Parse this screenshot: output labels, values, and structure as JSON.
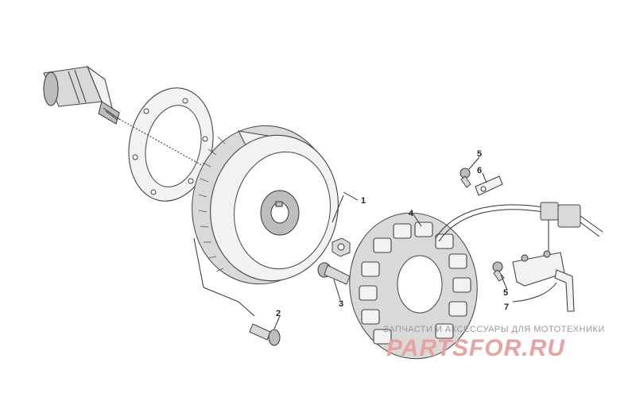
{
  "callouts": {
    "c1": "1",
    "c2": "2",
    "c3": "3",
    "c4": "4",
    "c5a": "5",
    "c5b": "5",
    "c6": "6",
    "c7": "7"
  },
  "watermark": {
    "caption": "ЗАПЧАСТИ И АКСЕССУАРЫ ДЛЯ МОТОТЕХНИКИ",
    "brand": "PARTSFOR.RU"
  },
  "colors": {
    "line": "#333333",
    "watermark_brand": "#e7a2a2",
    "watermark_caption": "#9a9a9a"
  }
}
